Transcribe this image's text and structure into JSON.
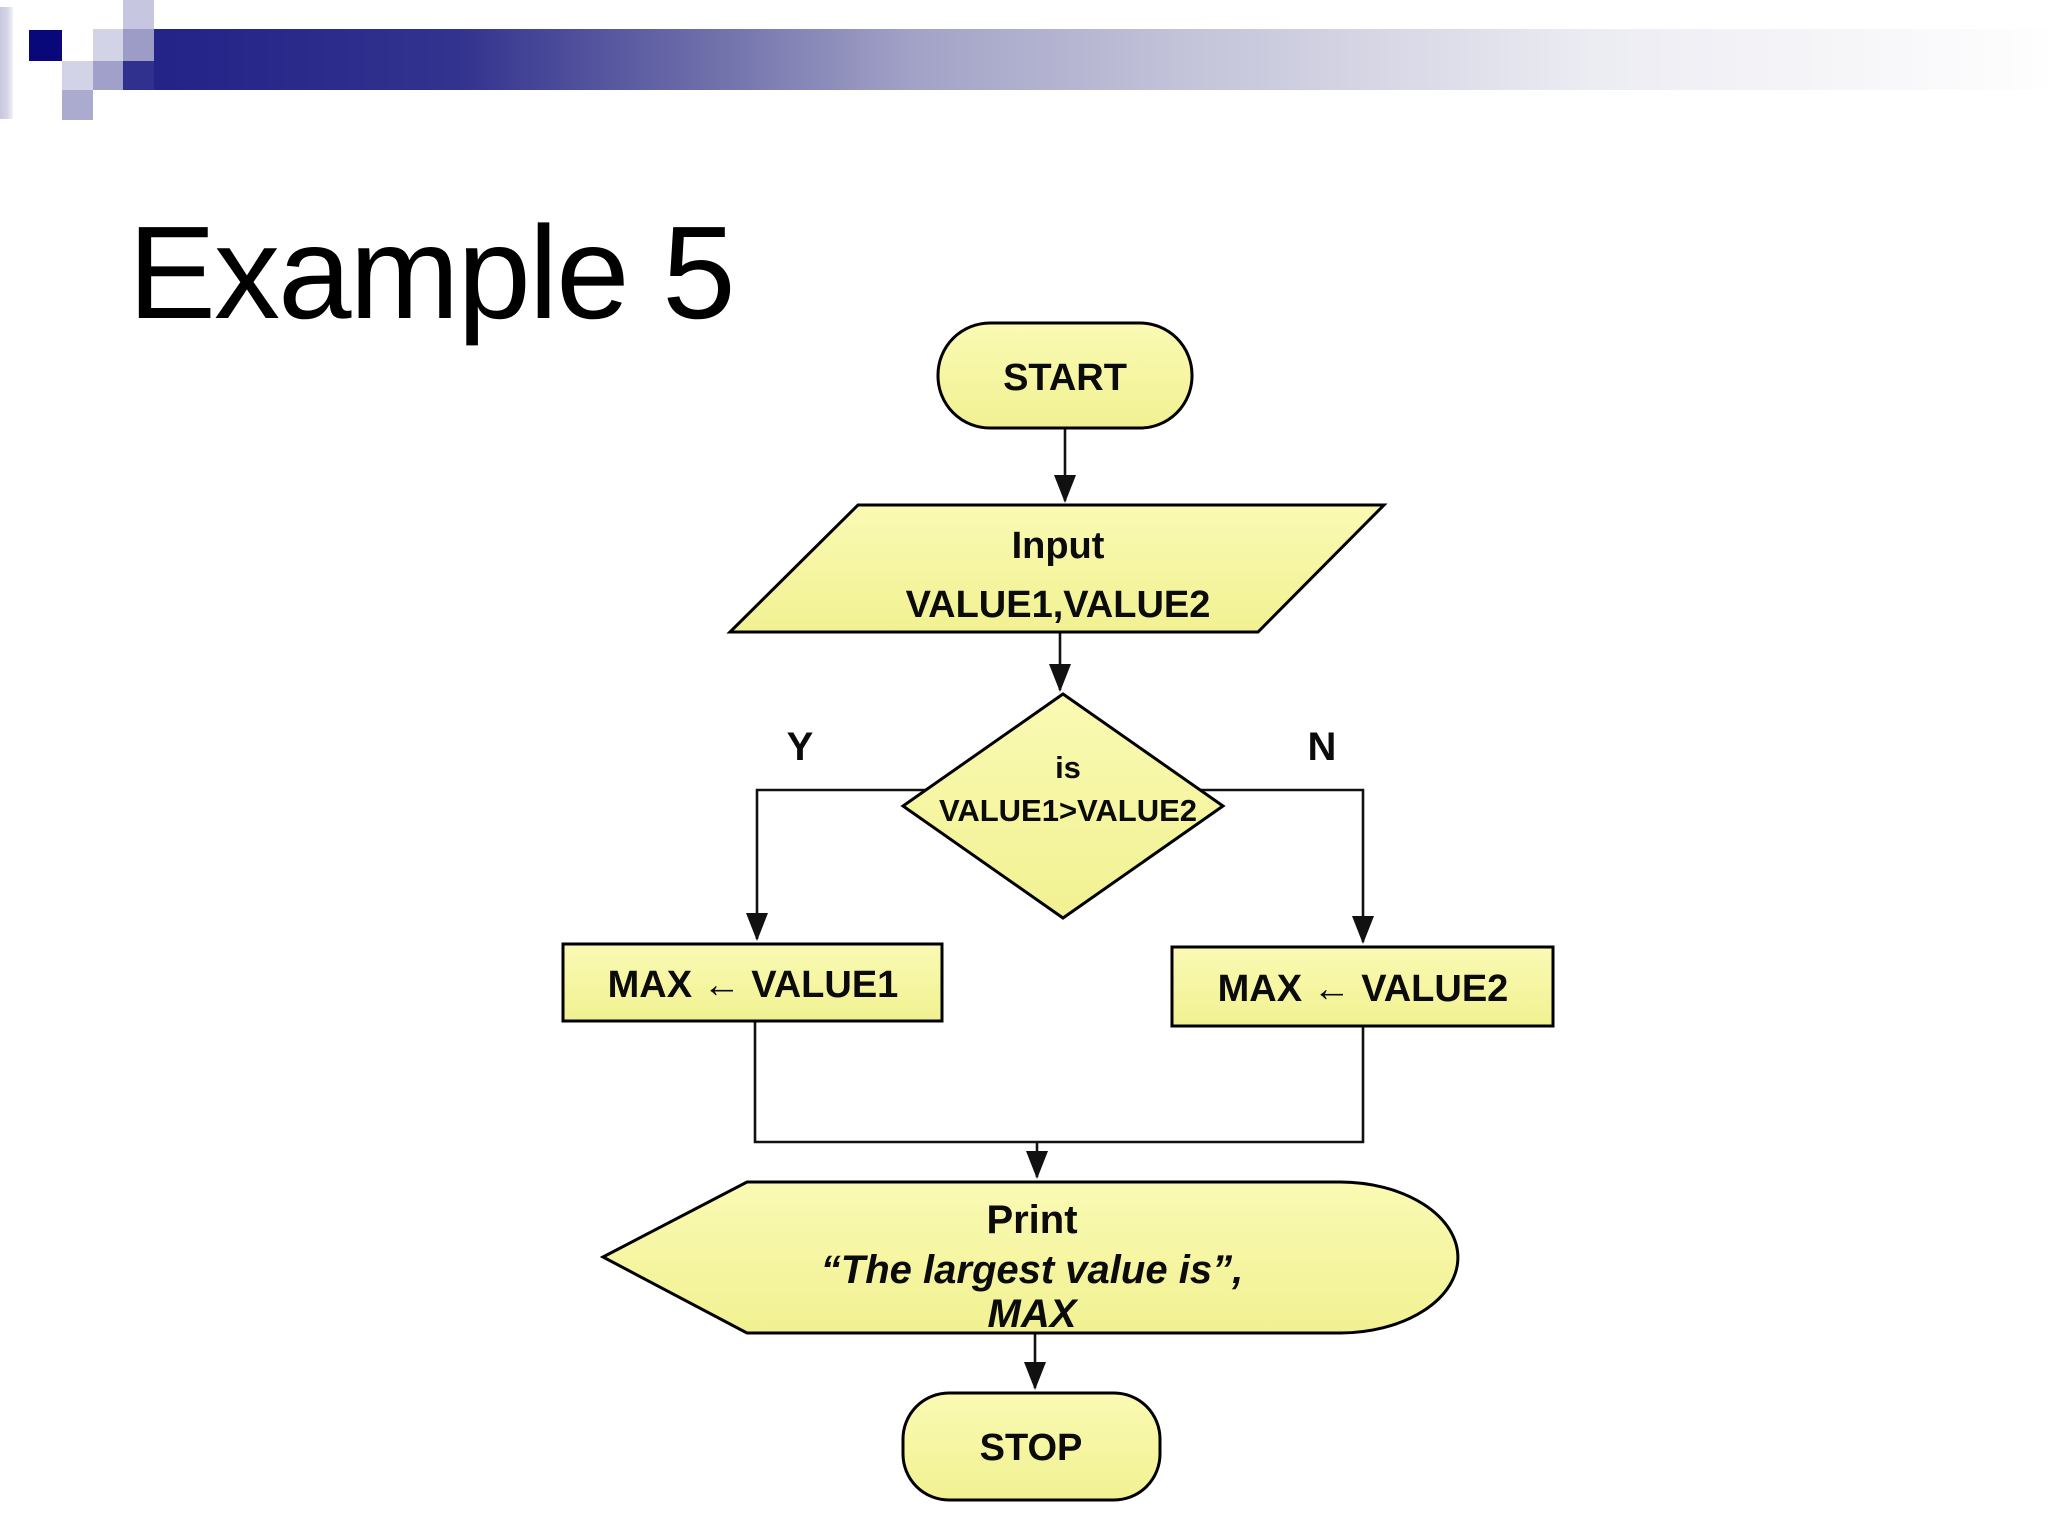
{
  "slide": {
    "title": "Example 5"
  },
  "flowchart": {
    "type": "flowchart",
    "start": {
      "shape": "terminator",
      "label": "START"
    },
    "input": {
      "shape": "parallelogram-io",
      "line1": "Input",
      "line2": "VALUE1,VALUE2"
    },
    "decision": {
      "shape": "diamond",
      "line1": "is",
      "line2": "VALUE1>VALUE2",
      "yes_label": "Y",
      "no_label": "N"
    },
    "assign_left": {
      "shape": "process",
      "label": "MAX ← VALUE1"
    },
    "assign_right": {
      "shape": "process",
      "label": "MAX ← VALUE2"
    },
    "print": {
      "shape": "display",
      "line1": "Print",
      "line2": "“The largest value is”,",
      "line3": "MAX"
    },
    "stop": {
      "shape": "terminator",
      "label": "STOP"
    }
  },
  "colors": {
    "shape_fill_top": "#FAFAB4",
    "shape_fill_bottom": "#F1F192",
    "shape_border": "#000000",
    "connector": "#111111",
    "bar_navy": "#232388",
    "accent_navy": "#08087B",
    "background": "#FFFFFF",
    "title_text": "#000000"
  }
}
